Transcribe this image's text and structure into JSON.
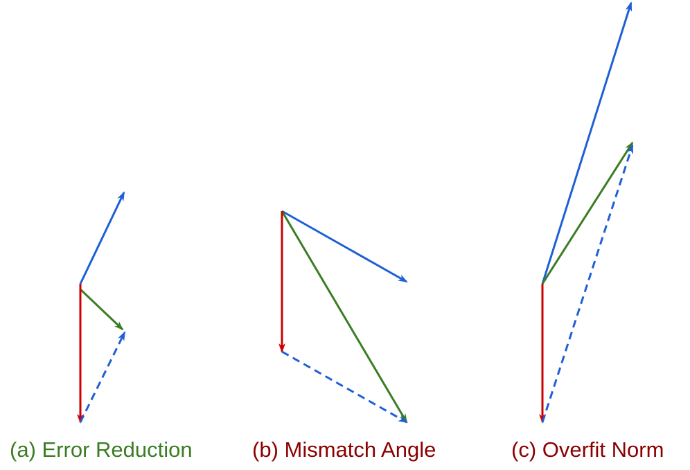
{
  "captions": {
    "a": "(a) Error Reduction",
    "b": "(b) Mismatch Angle",
    "c": "(c) Overfit Norm"
  },
  "colors": {
    "blue": "#1f5fd6",
    "green": "#3a7d23",
    "red": "#cc0000",
    "caption_good": "#3a7d23",
    "caption_bad": "#8b0000"
  }
}
